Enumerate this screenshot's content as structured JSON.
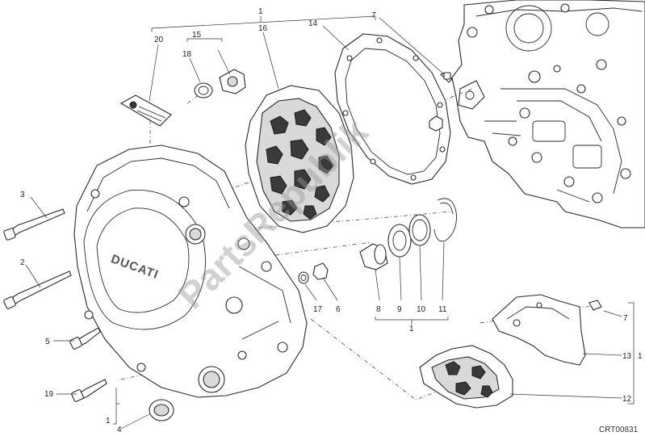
{
  "diagram": {
    "callouts": {
      "c1_top": "1",
      "c14": "14",
      "c7_top": "7",
      "c16": "16",
      "c15": "15",
      "c20": "20",
      "c18": "18",
      "c3": "3",
      "c2": "2",
      "c5": "5",
      "c19": "19",
      "c1_bottom": "1",
      "c4": "4",
      "c17": "17",
      "c6": "6",
      "c8": "8",
      "c9": "9",
      "c10": "10",
      "c11": "11",
      "c1_mid": "1",
      "c7_right": "7",
      "c13": "13",
      "c1_right": "1",
      "c12": "12"
    },
    "cover_logo": "DUCATI",
    "watermark": "PartsRepublik",
    "drawing_code": "CRT00831"
  }
}
